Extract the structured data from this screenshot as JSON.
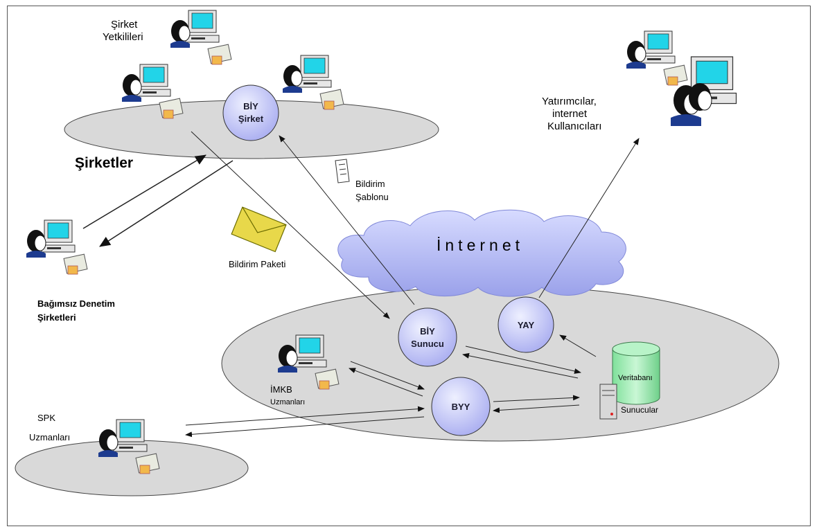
{
  "labels": {
    "sirket_yetkilileri_1": "Şirket",
    "sirket_yetkilileri_2": "Yetkilileri",
    "sirketler": "Şirketler",
    "bagimsiz_1": "Bağımsız Denetim",
    "bagimsiz_2": "Şirketleri",
    "bildirim_paketi": "Bildirim Paketi",
    "bildirim_sablonu_1": "Bildirim",
    "bildirim_sablonu_2": "Şablonu",
    "internet": "İnternet",
    "yatirimcilar_1": "Yatırımcılar,",
    "yatirimcilar_2": "internet",
    "yatirimcilar_3": "Kullanıcıları",
    "imkb_1": "İMKB",
    "imkb_2": "Uzmanları",
    "spk_1": "SPK",
    "spk_2": "Uzmanları",
    "veritabani": "Veritabanı",
    "sunucular": "Sunucular"
  },
  "nodes": {
    "biy_sirket_1": "BİY",
    "biy_sirket_2": "Şirket",
    "biy_sunucu_1": "BİY",
    "biy_sunucu_2": "Sunucu",
    "yay": "YAY",
    "byy": "BYY"
  },
  "colors": {
    "ellipse_fill": "#d9d9d9",
    "node_fill": "#c5c8f2",
    "monitor_screen": "#22d4e8",
    "cloud": "#b9bdf0",
    "database": "#8fe8a8",
    "envelope": "#e8d84a"
  }
}
